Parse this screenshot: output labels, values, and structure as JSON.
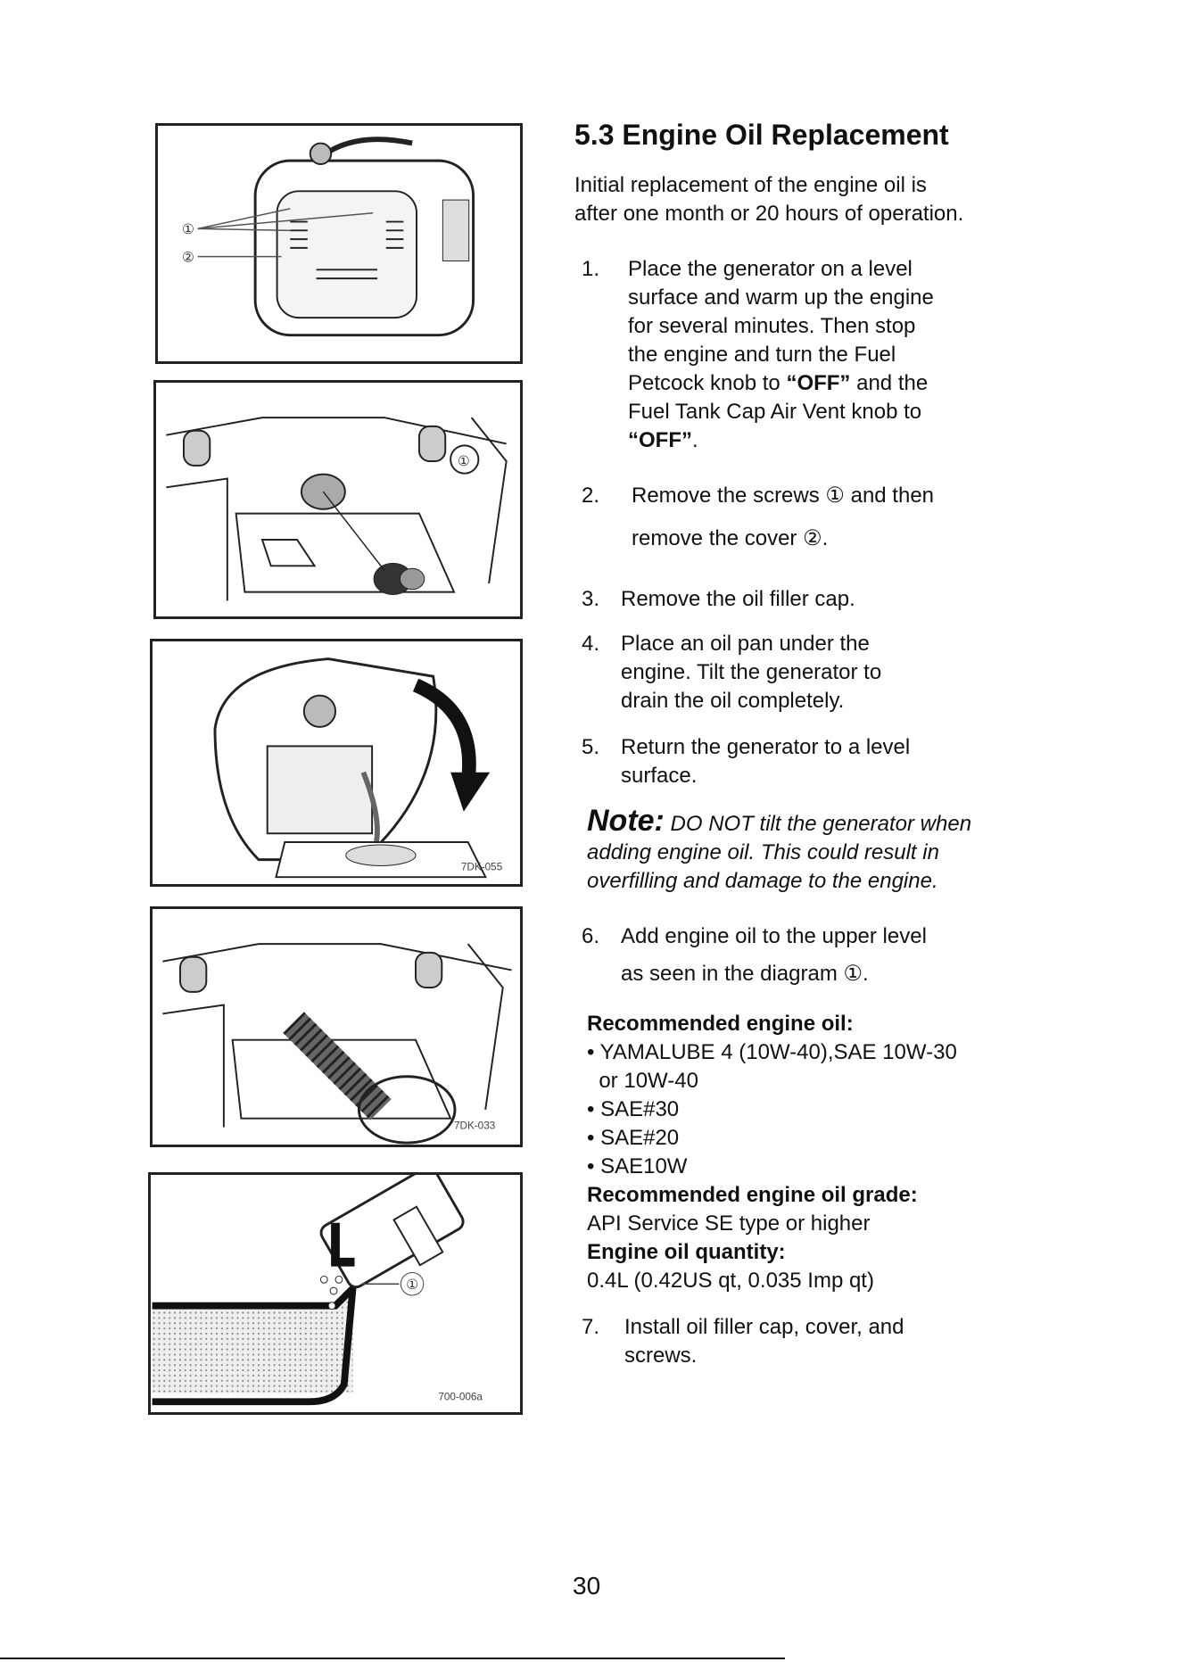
{
  "section": {
    "title": "5.3 Engine Oil Replacement"
  },
  "intro": [
    "Initial replacement of the engine oil is",
    "after one month or 20 hours of operation."
  ],
  "steps": [
    {
      "num": "1.",
      "lines": [
        "Place the generator on a level",
        "surface and warm up the engine",
        "for several minutes. Then stop",
        "the engine and turn the Fuel"
      ],
      "line5_pre": "Petcock knob to ",
      "line5_bold": "“OFF”",
      "line5_post": " and the",
      "line6": "Fuel Tank Cap Air Vent knob to",
      "line7_bold": "“OFF”",
      "line7_post": "."
    },
    {
      "num": "2.",
      "line1": "Remove the screws ① and then",
      "line2": "remove the cover ②."
    },
    {
      "num": "3.",
      "line1": "Remove the oil filler cap."
    },
    {
      "num": "4.",
      "lines": [
        "Place an oil pan under the",
        "engine. Tilt the generator to",
        "drain the oil completely."
      ]
    },
    {
      "num": "5.",
      "lines": [
        "Return the generator to a level",
        "surface."
      ]
    },
    {
      "num": "6.",
      "line1": "Add engine oil to the upper level",
      "line2": "as seen in the diagram ①."
    },
    {
      "num": "7.",
      "lines": [
        "Install oil filler cap, cover, and",
        "screws."
      ]
    }
  ],
  "note": {
    "label": "Note:",
    "line1": " DO NOT tilt the generator when",
    "line2": "adding engine oil. This could result in",
    "line3": "overfilling and damage to the engine."
  },
  "recommended_oil": {
    "heading": "Recommended engine oil:",
    "items": [
      "• YAMALUBE 4 (10W-40),SAE 10W-30",
      "  or 10W-40",
      "• SAE#30",
      "• SAE#20",
      "• SAE10W"
    ]
  },
  "oil_grade": {
    "heading": "Recommended engine oil grade:",
    "value": "API Service SE type or higher"
  },
  "oil_quantity": {
    "heading": "Engine oil quantity:",
    "value": "0.4L (0.42US qt, 0.035 Imp qt)"
  },
  "figures": {
    "fig1": {
      "callouts": [
        "①",
        "②"
      ]
    },
    "fig2": {
      "callouts": [
        "①"
      ]
    },
    "fig3": {
      "code": "7DK-055"
    },
    "fig4": {
      "code": "7DK-033"
    },
    "fig5": {
      "code": "700-006a",
      "callouts": [
        "①"
      ]
    }
  },
  "page_number": "30"
}
